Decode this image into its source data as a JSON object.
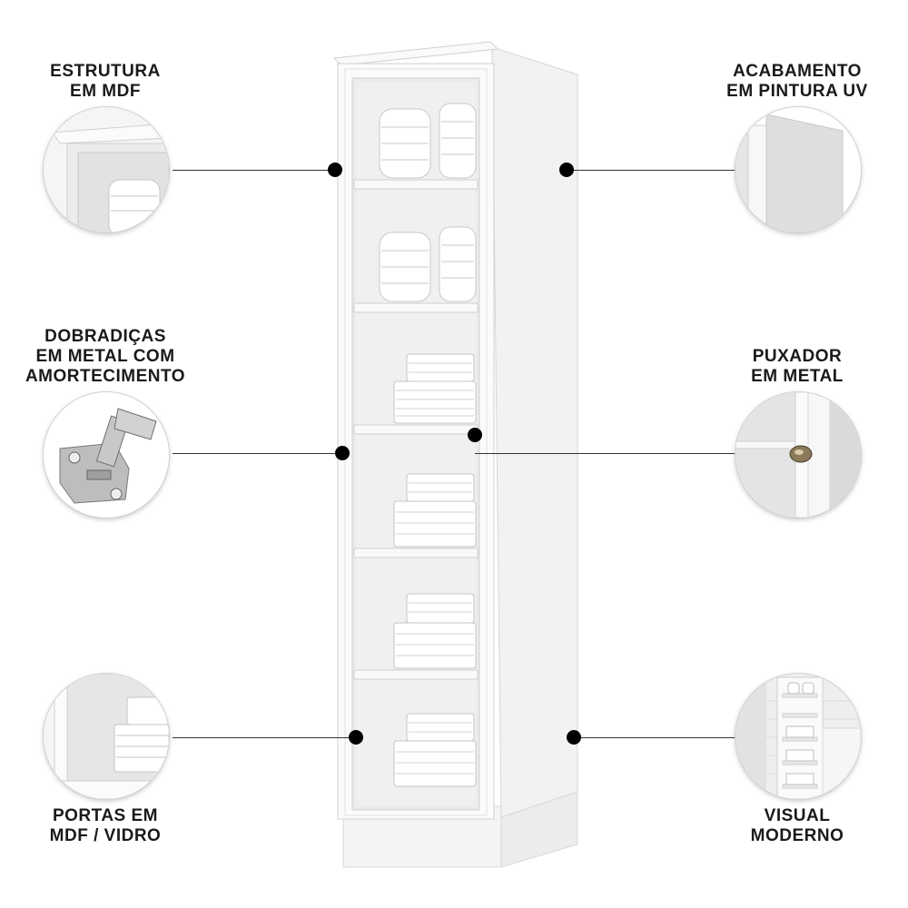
{
  "features": {
    "structure": {
      "label": "ESTRUTURA\nEM MDF",
      "icon": "mdf-structure-detail-icon"
    },
    "finish": {
      "label": "ACABAMENTO\nEM PINTURA UV",
      "icon": "uv-paint-finish-detail-icon"
    },
    "hinges": {
      "label": "DOBRADIÇAS\nEM METAL COM\nAMORTECIMENTO",
      "icon": "metal-hinge-icon"
    },
    "handle": {
      "label": "PUXADOR\nEM METAL",
      "icon": "metal-handle-icon"
    },
    "doors": {
      "label": "PORTAS EM\nMDF / VIDRO",
      "icon": "glass-door-detail-icon"
    },
    "visual": {
      "label": "VISUAL\nMODERNO",
      "icon": "modern-room-icon"
    }
  },
  "colors": {
    "cabinet": "#f7f7f7",
    "edge": "#d9d9d9",
    "dot": "#000000",
    "line": "#333333"
  }
}
